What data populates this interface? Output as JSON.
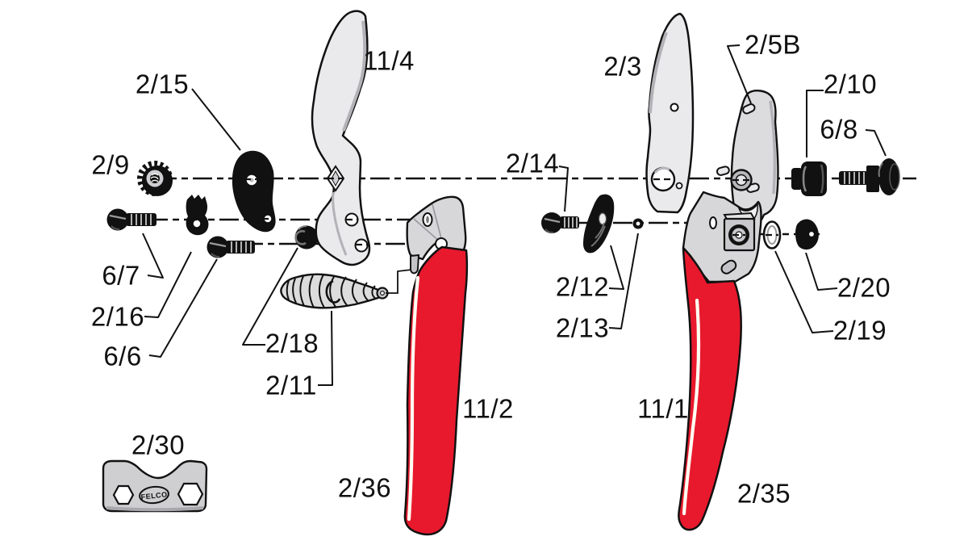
{
  "diagram": {
    "description": "Exploded parts diagram of two red-handled pruning shears with numbered part references",
    "brand_logo_text": "FELCO",
    "colors": {
      "background": "#ffffff",
      "outline": "#111111",
      "handle_red": "#e8192d",
      "highlight_stripe": "#fffdf2",
      "metal_light": "#eaeaec",
      "metal_mid": "#cfcfd3",
      "metal_dark": "#9b9ba1",
      "part_black": "#111111"
    },
    "part_labels": {
      "p2_15": "2/15",
      "p11_4": "11/4",
      "p2_9": "2/9",
      "p6_7": "6/7",
      "p2_16": "2/16",
      "p6_6": "6/6",
      "p2_18": "2/18",
      "p2_11": "2/11",
      "p2_30": "2/30",
      "p2_36": "2/36",
      "p11_2": "11/2",
      "p2_14": "2/14",
      "p2_3": "2/3",
      "p2_5B": "2/5B",
      "p2_10": "2/10",
      "p6_8": "6/8",
      "p2_12": "2/12",
      "p2_13": "2/13",
      "p2_20": "2/20",
      "p2_19": "2/19",
      "p11_1": "11/1",
      "p2_35": "2/35"
    }
  }
}
